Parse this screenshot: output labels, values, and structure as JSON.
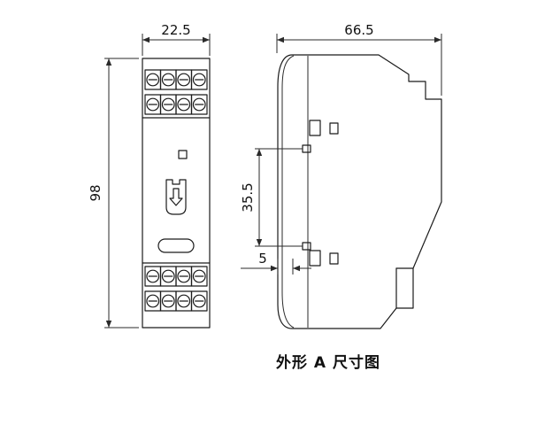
{
  "caption": {
    "text": "外形 A 尺寸图"
  },
  "dims": {
    "front_width": "22.5",
    "front_height": "98",
    "depth": "66.5",
    "clip_span": "35.5",
    "face_offset": "5"
  }
}
